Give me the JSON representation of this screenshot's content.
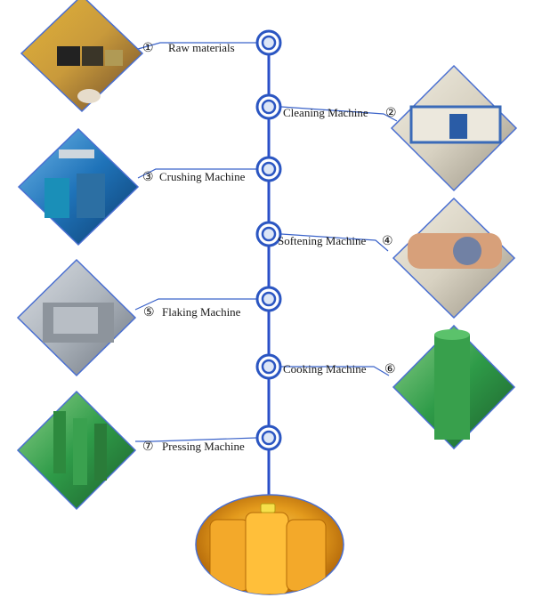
{
  "steps": [
    {
      "number": "①",
      "label": "Raw materials",
      "image": "raw-materials-photo-icon"
    },
    {
      "number": "②",
      "label": "Cleaning Machine",
      "image": "cleaning-machine-photo-icon"
    },
    {
      "number": "③",
      "label": "Crushing Machine",
      "image": "crushing-machine-photo-icon"
    },
    {
      "number": "④",
      "label": "Softening Machine",
      "image": "softening-machine-photo-icon"
    },
    {
      "number": "⑤",
      "label": "Flaking Machine",
      "image": "flaking-machine-photo-icon"
    },
    {
      "number": "⑥",
      "label": "Cooking Machine",
      "image": "cooking-machine-photo-icon"
    },
    {
      "number": "⑦",
      "label": "Pressing Machine",
      "image": "pressing-machine-photo-icon"
    }
  ],
  "final_product_image": "oil-bottles-photo-icon",
  "colors": {
    "spine": "#2a4fc8",
    "connector": "#3b63c9",
    "node_ring": "#2b56c2",
    "node_fill": "#dce6f7",
    "frame": "#4a6fd1"
  }
}
